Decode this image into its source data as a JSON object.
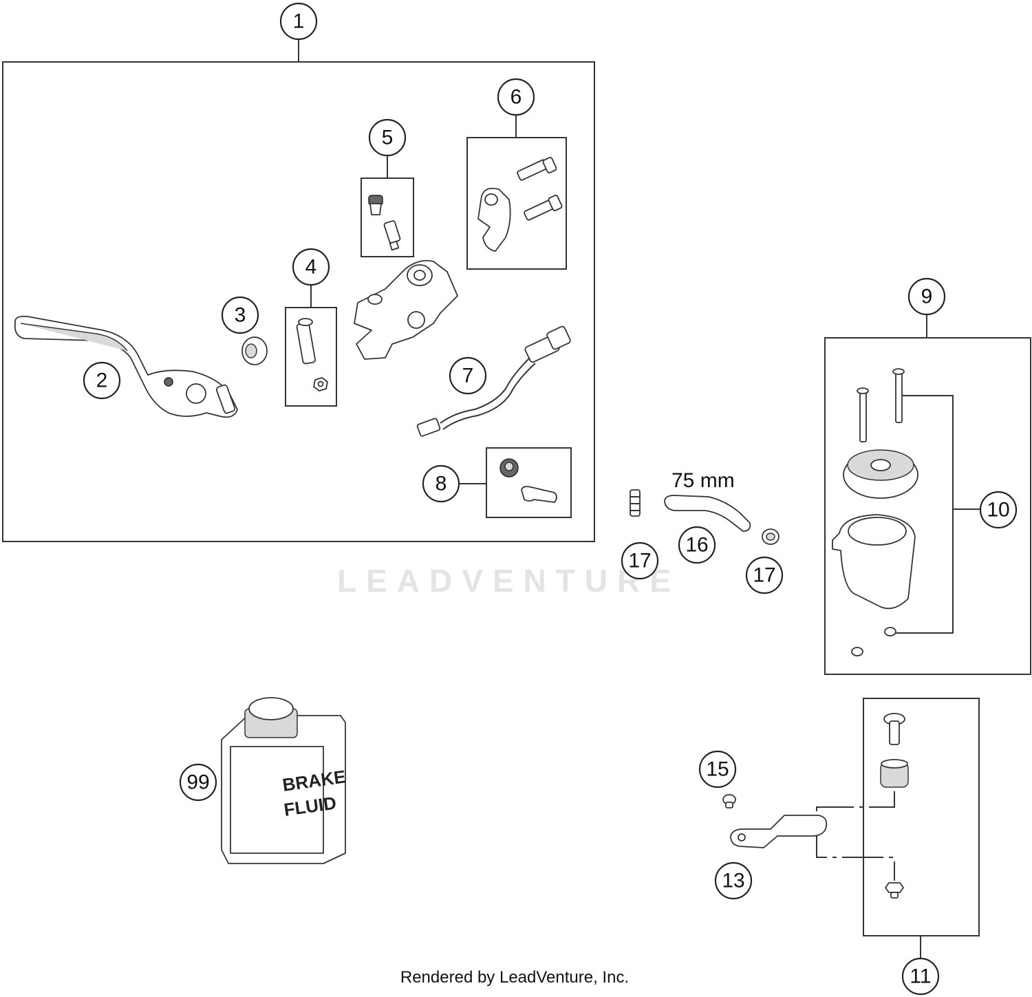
{
  "callouts": {
    "c1": "1",
    "c2": "2",
    "c3": "3",
    "c4": "4",
    "c5": "5",
    "c6": "6",
    "c7": "7",
    "c8": "8",
    "c9": "9",
    "c10": "10",
    "c11": "11",
    "c13": "13",
    "c15": "15",
    "c16": "16",
    "c17a": "17",
    "c17b": "17",
    "c99": "99"
  },
  "dimension": "75 mm",
  "bottle_label": {
    "line1": "BRAKE",
    "line2": "FLUID"
  },
  "watermark": "LEADVENTURE",
  "footer": "Rendered by LeadVenture, Inc."
}
